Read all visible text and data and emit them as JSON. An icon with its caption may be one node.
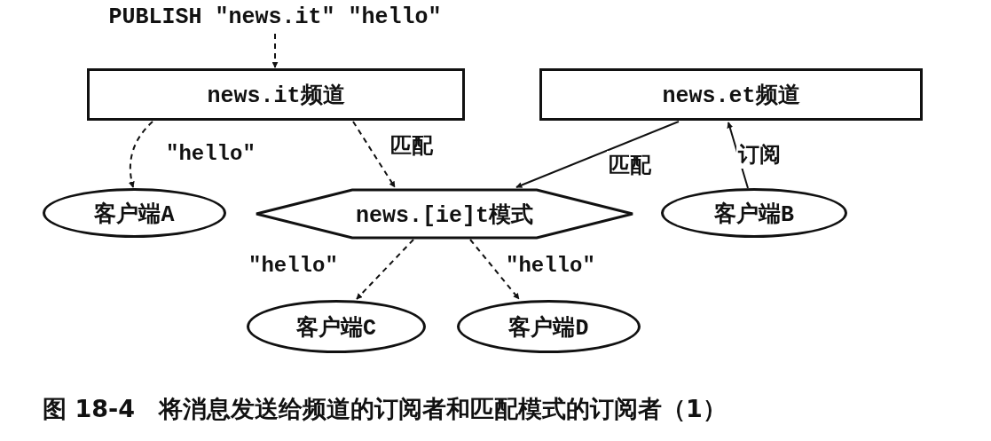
{
  "diagram": {
    "caption": "图 18-4　将消息发送给频道的订阅者和匹配模式的订阅者（1）",
    "nodes": [
      {
        "text": [
          "PUBLISH \"news.it\" \"hello\""
        ]
      },
      {
        "text": [
          "news.it频道"
        ]
      },
      {
        "text": [
          "news.et频道"
        ]
      },
      {
        "text": [
          "客户端A"
        ]
      },
      {
        "text": [
          "news.[ie]t模式"
        ]
      },
      {
        "text": [
          "客户端B"
        ]
      },
      {
        "text": [
          "客户端C"
        ]
      },
      {
        "text": [
          "客户端D"
        ]
      }
    ],
    "edges": [
      {
        "from": 0,
        "to": 1,
        "arrow": "to",
        "style": "dashed"
      },
      {
        "from": 1,
        "to": 3,
        "arrow": "to",
        "style": "dashed",
        "label": "\"hello\""
      },
      {
        "from": 1,
        "to": 4,
        "arrow": "to",
        "style": "dashed",
        "label": "匹配"
      },
      {
        "from": 2,
        "to": 4,
        "arrow": "to",
        "label": "匹配"
      },
      {
        "from": 5,
        "to": 2,
        "arrow": "to",
        "label": "订阅"
      },
      {
        "from": 4,
        "to": 6,
        "arrow": "to",
        "style": "dashed",
        "label": "\"hello\""
      },
      {
        "from": 4,
        "to": 7,
        "arrow": "to",
        "style": "dashed",
        "label": "\"hello\""
      }
    ]
  }
}
